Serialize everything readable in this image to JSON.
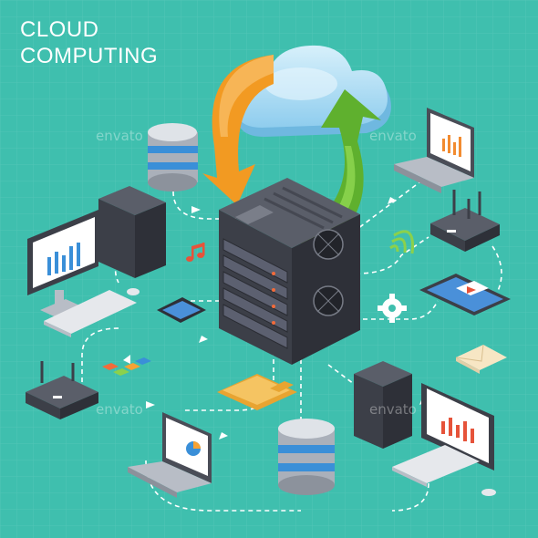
{
  "title": {
    "line1": "CLOUD",
    "line2": "COMPUTING"
  },
  "watermark": "envato",
  "colors": {
    "background": "#3fbfae",
    "grid": "#58c9b9",
    "flow_line": "#ffffff",
    "cloud": "#a9dbf3",
    "arrow_orange": "#f7a233",
    "arrow_green": "#72c23a",
    "server_dark": "#3c3f48"
  },
  "icons": [
    "cloud-icon",
    "server-icon",
    "database-icon",
    "laptop-icon",
    "router-icon",
    "desktop-computer-icon",
    "tablet-icon",
    "smartphone-icon",
    "folder-icon",
    "envelope-icon",
    "gear-icon",
    "music-note-icon",
    "wifi-signal-icon",
    "chart-blocks-icon"
  ]
}
